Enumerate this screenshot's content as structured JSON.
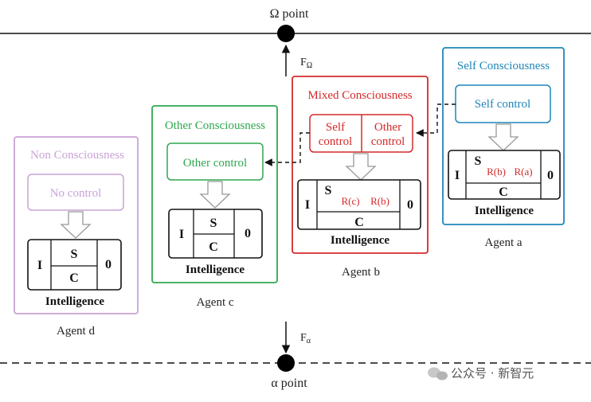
{
  "poles": {
    "omega_label": "Ω point",
    "alpha_label": "α point",
    "force_omega_base": "F",
    "force_omega_sub": "Ω",
    "force_alpha_base": "F",
    "force_alpha_sub": "α"
  },
  "agents": {
    "d": {
      "frame_title": "Non Consciousness",
      "control_label": "No control",
      "core": {
        "left": "I",
        "top": "S",
        "bottom": "C",
        "right": "0"
      },
      "caption": "Intelligence",
      "agent_label": "Agent d",
      "color": "#c9a3d6"
    },
    "c": {
      "frame_title": "Other Consciousness",
      "control_label": "Other control",
      "core": {
        "left": "I",
        "top": "S",
        "bottom": "C",
        "right": "0"
      },
      "caption": "Intelligence",
      "agent_label": "Agent c",
      "color": "#2fa84f"
    },
    "b": {
      "frame_title": "Mixed Consciousness",
      "control_left": [
        "Self",
        "control"
      ],
      "control_right": [
        "Other",
        "control"
      ],
      "core": {
        "left": "I",
        "top": "S",
        "r1": "R(c)",
        "r2": "R(b)",
        "bottom": "C",
        "right": "0"
      },
      "caption": "Intelligence",
      "agent_label": "Agent b",
      "color": "#d42a2a"
    },
    "a": {
      "frame_title": "Self Consciousness",
      "control_label": "Self control",
      "core": {
        "left": "I",
        "top": "S",
        "r1": "R(b)",
        "r2": "R(a)",
        "bottom": "C",
        "right": "0"
      },
      "caption": "Intelligence",
      "agent_label": "Agent a",
      "color": "#1f86b8"
    }
  },
  "watermark": "公众号 · 新智元"
}
